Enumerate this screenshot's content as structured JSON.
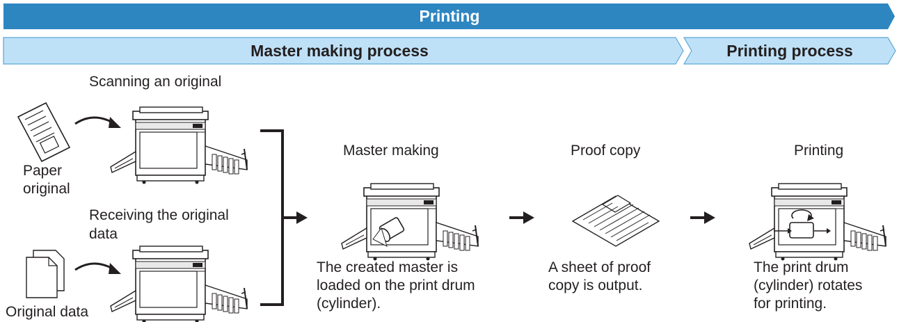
{
  "banners": {
    "top": {
      "label": "Printing"
    },
    "master_making": {
      "label": "Master making process"
    },
    "printing_process": {
      "label": "Printing process"
    }
  },
  "inputs": {
    "scan_caption": "Scanning an original",
    "paper_label_line1": "Paper",
    "paper_label_line2": "original",
    "receive_caption_line1": "Receiving the original",
    "receive_caption_line2": "data",
    "data_label": "Original data"
  },
  "steps": {
    "master_making": {
      "title": "Master making",
      "desc_line1": "The created master is",
      "desc_line2": "loaded on the print drum",
      "desc_line3": "(cylinder)."
    },
    "proof_copy": {
      "title": "Proof copy",
      "desc_line1": "A sheet of proof",
      "desc_line2": "copy is output."
    },
    "printing": {
      "title": "Printing",
      "desc_line1": "The print drum",
      "desc_line2": "(cylinder) rotates",
      "desc_line3": "for printing."
    }
  },
  "colors": {
    "top_banner": "#2e86c1",
    "sub_banner": "#bfe1f7",
    "sub_banner_border": "#5aa6d6",
    "text": "#231f20"
  }
}
